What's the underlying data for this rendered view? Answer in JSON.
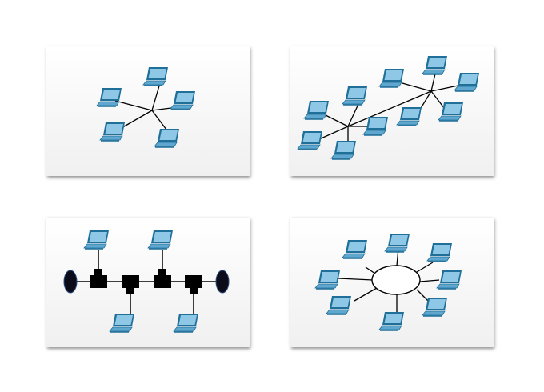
{
  "diagrams": [
    {
      "id": "star",
      "label": ""
    },
    {
      "id": "extended-star",
      "label": ""
    },
    {
      "id": "bus",
      "label": ""
    },
    {
      "id": "ring",
      "label": ""
    }
  ],
  "icons": {
    "device": "laptop-icon",
    "connector": "t-connector-icon",
    "terminator": "terminator-icon"
  },
  "colors": {
    "laptop_light": "#8fc8e6",
    "laptop_dark": "#1f6f99",
    "link": "#000000",
    "panel": "#f6f6f6"
  }
}
